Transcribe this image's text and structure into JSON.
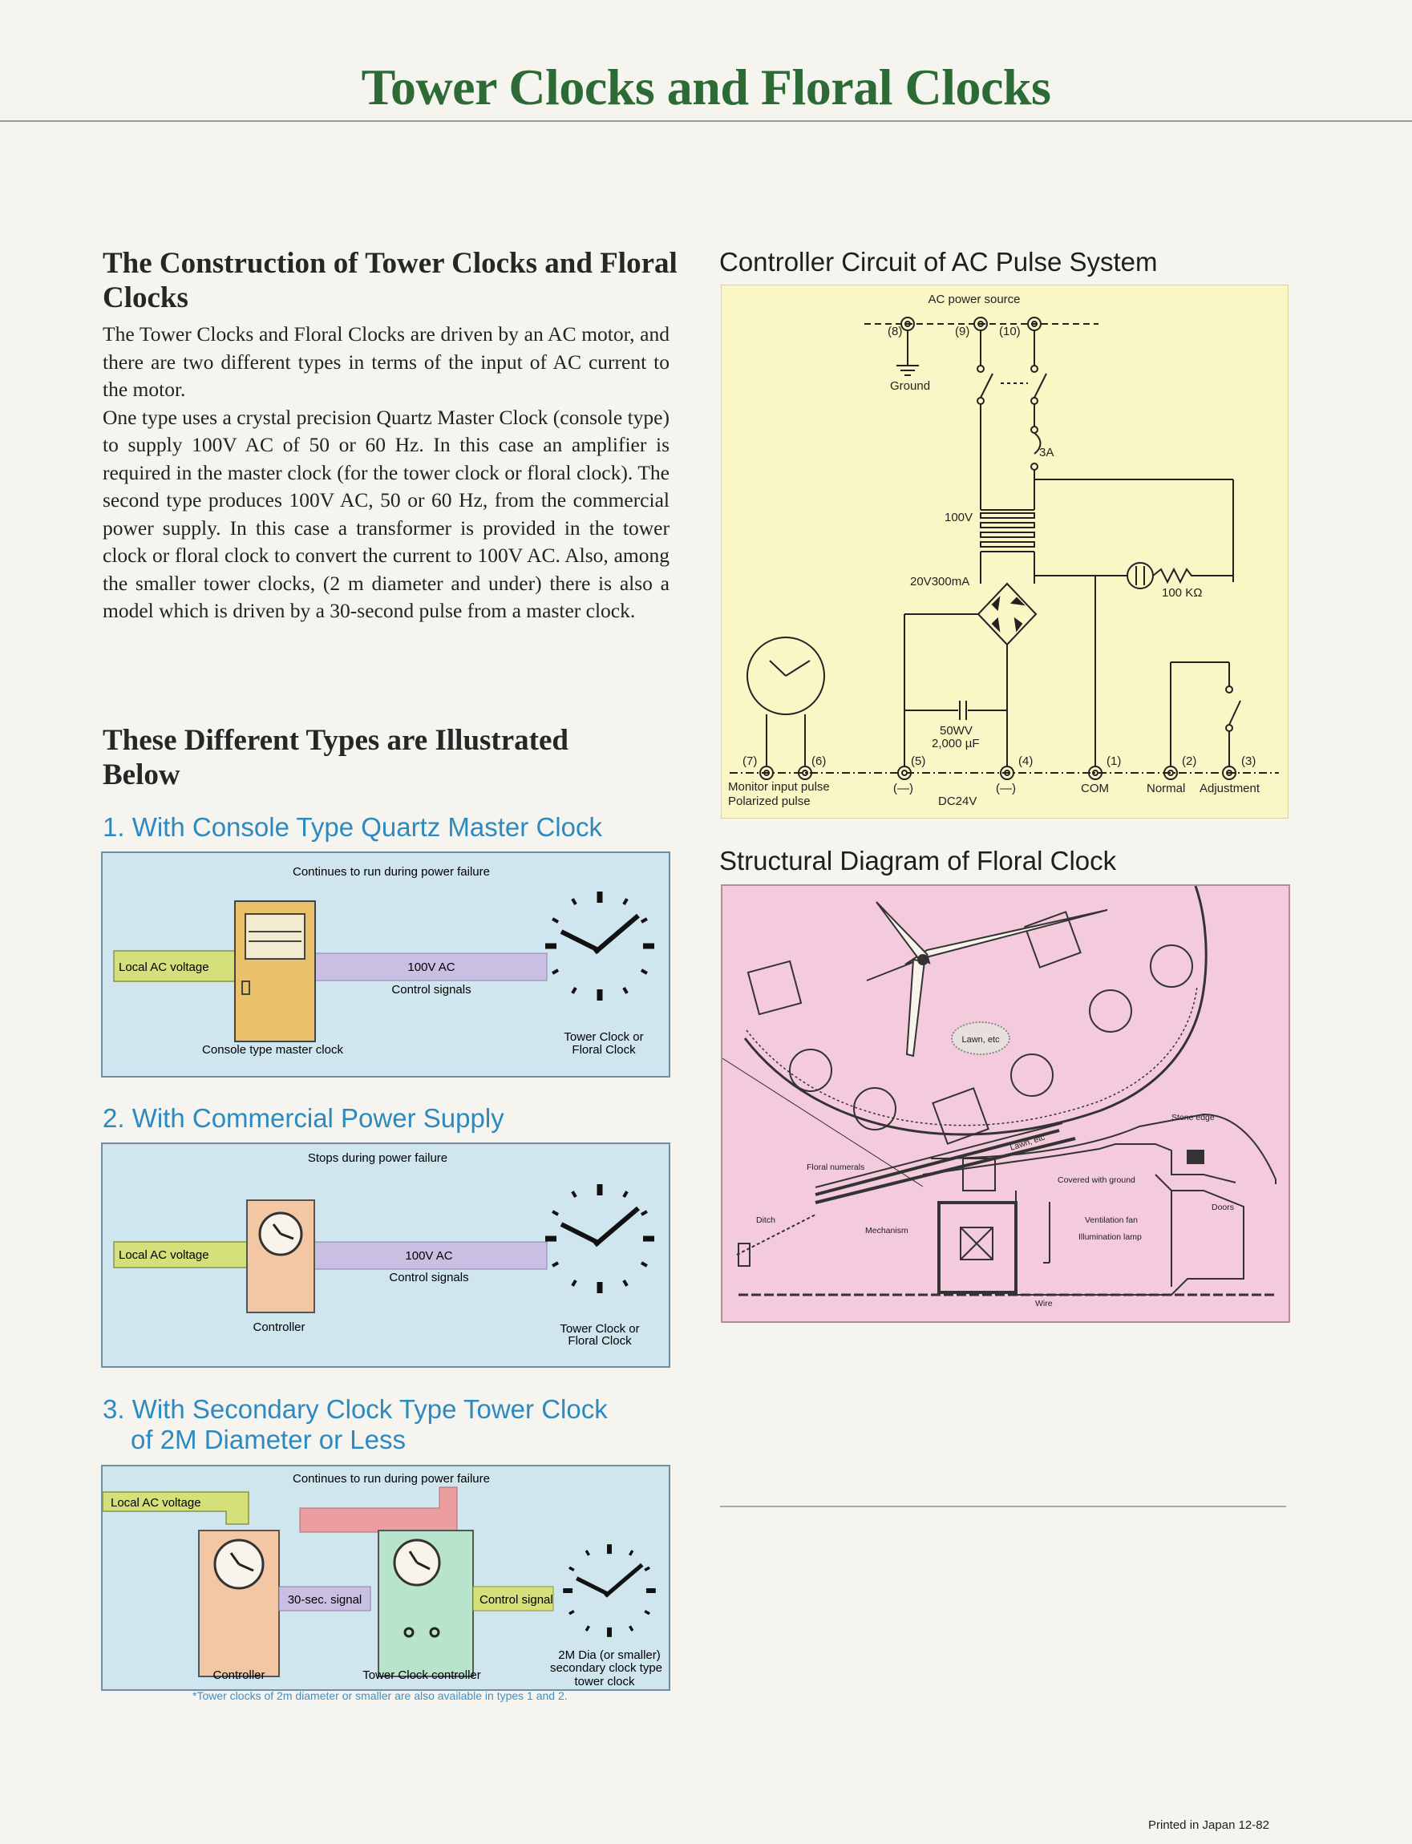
{
  "title": "Tower Clocks and Floral Clocks",
  "construction": {
    "heading": "The Construction of Tower Clocks and Floral Clocks",
    "paragraphs": [
      "The Tower Clocks and Floral Clocks are driven by an AC motor, and there are two different types in terms of the input of AC current to the motor.",
      "One type uses a crystal precision Quartz Master Clock (console type) to supply 100V AC of 50 or 60 Hz. In this case an amplifier is required in the master clock (for the tower clock or floral clock). The second type produces 100V AC, 50 or 60 Hz, from the commercial power supply. In this case a transformer is provided in the tower clock or floral clock to convert the current to 100V AC. Also, among the smaller tower clocks, (2 m diameter and under) there is also a model which is driven by a 30-second pulse from a master clock."
    ]
  },
  "types_heading": "These Different Types are Illustrated Below",
  "type1": {
    "heading": "1. With Console Type Quartz Master Clock",
    "top_note": "Continues to run during power failure",
    "input_label": "Local AC voltage",
    "signal_label_1": "100V AC",
    "signal_label_2": "Control signals",
    "device_label": "Console type master clock",
    "clock_label_1": "Tower Clock or",
    "clock_label_2": "Floral Clock"
  },
  "type2": {
    "heading": "2. With Commercial Power Supply",
    "top_note": "Stops during power failure",
    "input_label": "Local AC voltage",
    "signal_label_1": "100V AC",
    "signal_label_2": "Control signals",
    "device_label": "Controller",
    "clock_label_1": "Tower Clock or",
    "clock_label_2": "Floral Clock"
  },
  "type3": {
    "heading_line1": "3. With Secondary Clock Type Tower Clock",
    "heading_line2": "of 2M Diameter or Less",
    "top_note": "Continues to run during power failure",
    "input_label": "Local AC voltage",
    "signal_30": "30-sec. signal",
    "control_signal": "Control signal",
    "controller_label": "Controller",
    "tower_controller_label": "Tower Clock controller",
    "clock_label_1": "2M Dia (or smaller)",
    "clock_label_2": "secondary clock type",
    "clock_label_3": "tower clock",
    "footnote": "*Tower clocks of 2m diameter or smaller are also available in types 1 and 2."
  },
  "circuit": {
    "heading": "Controller Circuit of AC Pulse System",
    "ac_source": "AC power source",
    "t8": "(8)",
    "t9": "(9)",
    "t10": "(10)",
    "ground": "Ground",
    "fuse": "3A",
    "v100": "100V",
    "v20": "20V300mA",
    "resistor": "100 KΩ",
    "cap1": "50WV",
    "cap2": "2,000 µF",
    "t7": "(7)",
    "t6": "(6)",
    "t5": "(5)",
    "t4": "(4)",
    "t1": "(1)",
    "t2": "(2)",
    "t3": "(3)",
    "minus1": "(—)",
    "minus2": "(—)",
    "monitor1": "Monitor input pulse",
    "monitor2": "Polarized pulse",
    "dc24": "DC24V",
    "com": "COM",
    "normal": "Normal",
    "adjustment": "Adjustment"
  },
  "floral": {
    "heading": "Structural Diagram of Floral Clock",
    "lawn_center": "Lawn, etc",
    "stone_edge": "Stone edge",
    "floral_numerals": "Floral numerals",
    "lawn_etc": "Lawn, etc",
    "covered_ground": "Covered with ground",
    "doors": "Doors",
    "ditch": "Ditch",
    "mechanism": "Mechanism",
    "ventilation": "Ventilation fan",
    "illumination": "Illumination lamp",
    "wire": "Wire"
  },
  "footer": "Printed in Japan 12-82"
}
